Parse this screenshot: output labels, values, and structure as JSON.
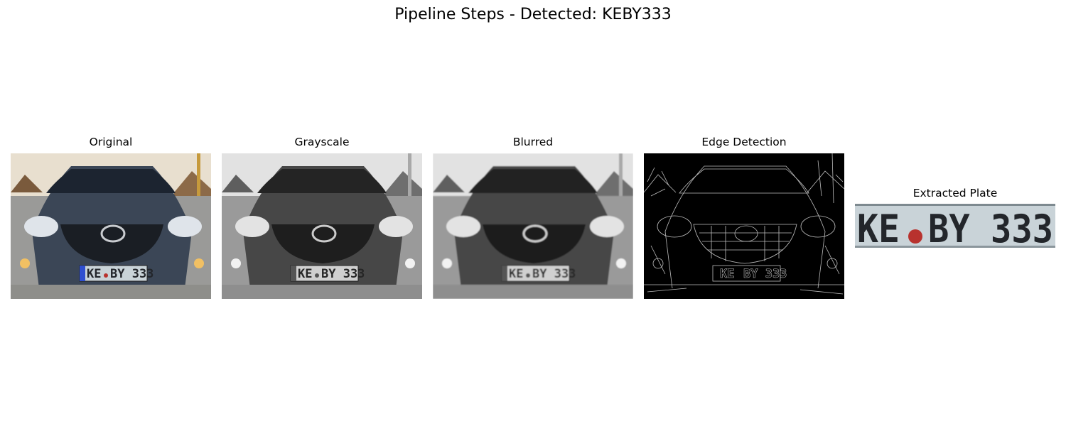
{
  "figure": {
    "title": "Pipeline Steps - Detected: KEBY333"
  },
  "panels": [
    {
      "title": "Original"
    },
    {
      "title": "Grayscale"
    },
    {
      "title": "Blurred"
    },
    {
      "title": "Edge Detection"
    },
    {
      "title": "Extracted Plate"
    }
  ],
  "plate": {
    "left": "KE",
    "right": "BY 333"
  },
  "colors": {
    "car_body_original": "#3b4656",
    "car_body_gray": "#474747",
    "plate_bg": "#c9d3d8",
    "plate_text": "#23262b",
    "plate_seal": "#b8322e",
    "sky_original": "#d7d2c4"
  }
}
